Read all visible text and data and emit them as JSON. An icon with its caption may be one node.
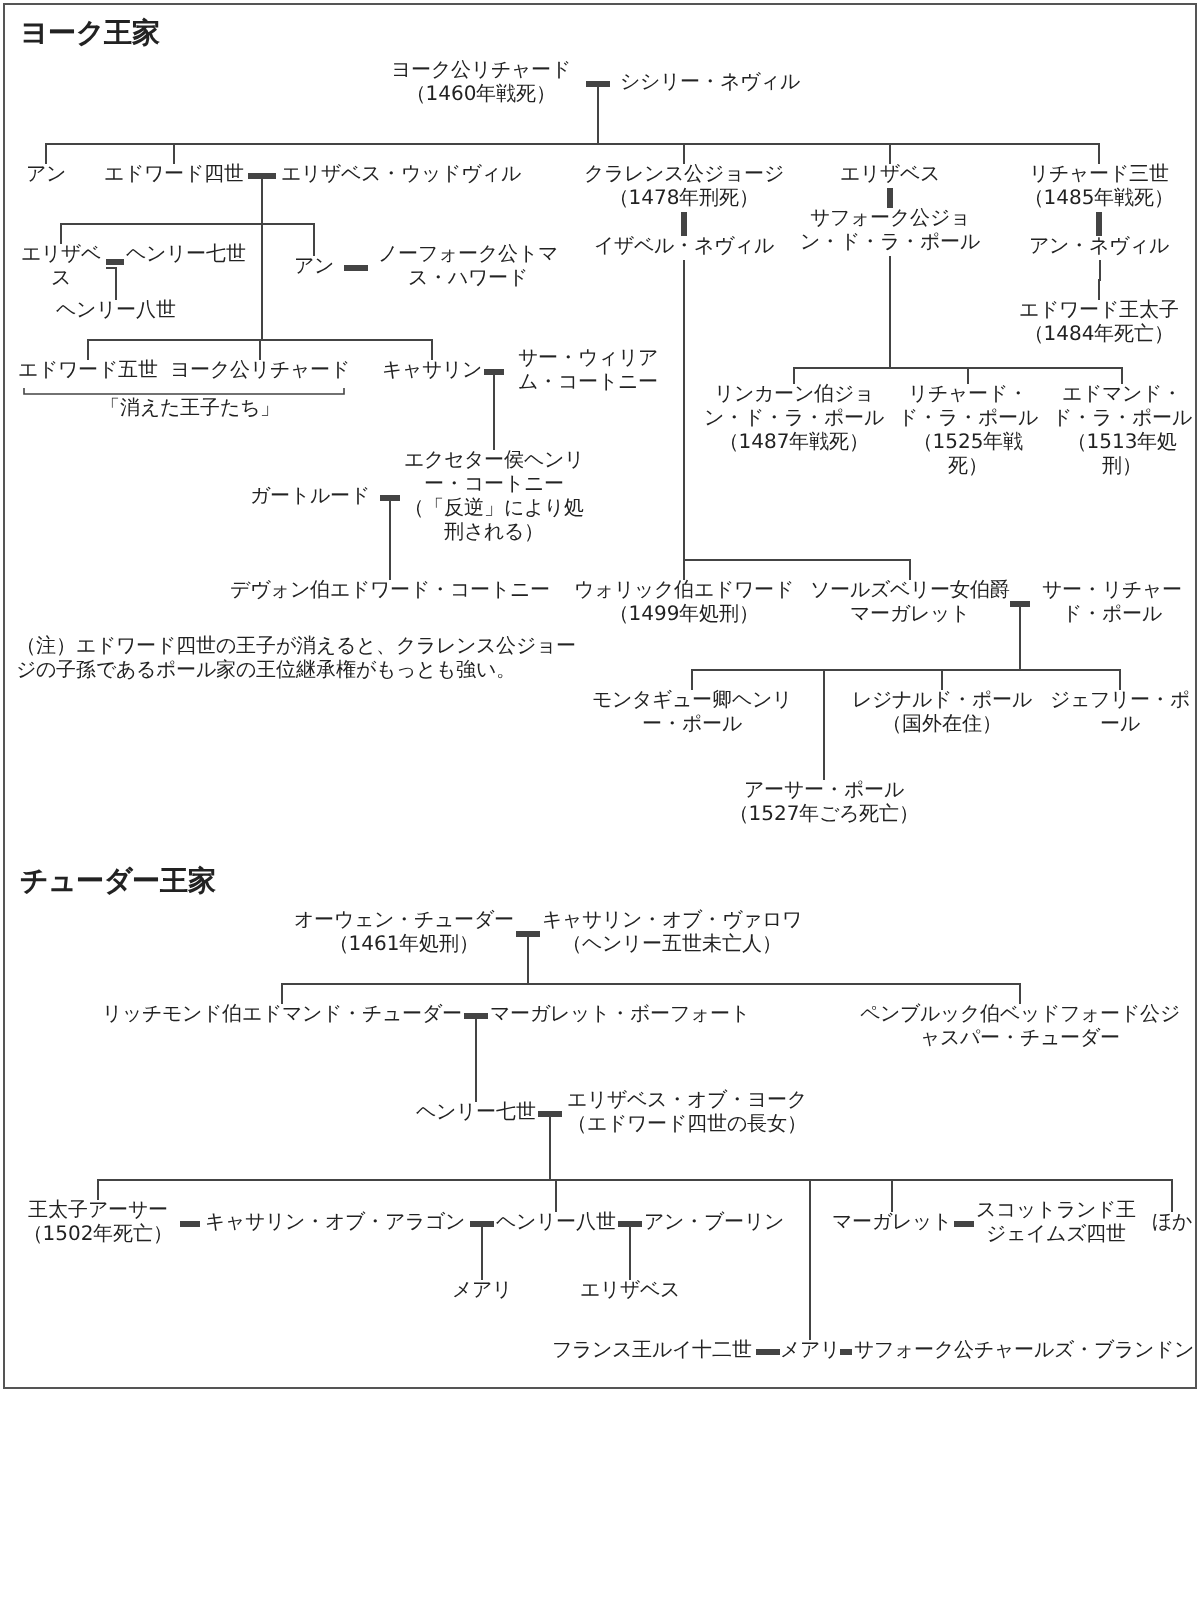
{
  "diagram": {
    "nodes": [
      {
        "text": [
          "ヨーク公リチャード",
          "（1460年戦死）"
        ]
      },
      {
        "text": [
          "シシリー・ネヴィル"
        ]
      },
      {
        "text": [
          "アン"
        ]
      },
      {
        "text": [
          "エドワード四世"
        ]
      },
      {
        "text": [
          "エリザベス・ウッドヴィル"
        ]
      },
      {
        "text": [
          "クラレンス公ジョージ",
          "（1478年刑死）"
        ]
      },
      {
        "text": [
          "イザベル・ネヴィル"
        ]
      },
      {
        "text": [
          "エリザベス"
        ]
      },
      {
        "text": [
          "サフォーク公ジョン・ド・ラ・ポール"
        ]
      },
      {
        "text": [
          "リチャード三世",
          "（1485年戦死）"
        ]
      },
      {
        "text": [
          "アン・ネヴィル"
        ]
      },
      {
        "text": [
          "エドワード王太子",
          "（1484年死亡）"
        ]
      },
      {
        "text": [
          "エリザベス"
        ]
      },
      {
        "text": [
          "ヘンリー七世"
        ]
      },
      {
        "text": [
          "ヘンリー八世"
        ]
      },
      {
        "text": [
          "アン"
        ]
      },
      {
        "text": [
          "ノーフォーク公トマス・ハワード"
        ]
      },
      {
        "text": [
          "エドワード五世"
        ]
      },
      {
        "text": [
          "ヨーク公リチャード"
        ]
      },
      {
        "text": [
          "キャサリン"
        ]
      },
      {
        "text": [
          "サー・ウィリアム・コートニー"
        ]
      },
      {
        "text": [
          "ガートルード"
        ]
      },
      {
        "text": [
          "エクセター侯ヘンリー・コートニー",
          "（「反逆」により処刑される）"
        ]
      },
      {
        "text": [
          "デヴォン伯エドワード・コートニー"
        ]
      },
      {
        "text": [
          "リンカーン伯ジョン・ド・ラ・ポール",
          "（1487年戦死）"
        ]
      },
      {
        "text": [
          "リチャード・ド・ラ・ポール",
          "（1525年戦死）"
        ]
      },
      {
        "text": [
          "エドマンド・ド・ラ・ポール",
          "（1513年処刑）"
        ]
      },
      {
        "text": [
          "ウォリック伯エドワード",
          "（1499年処刑）"
        ]
      },
      {
        "text": [
          "ソールズベリー女伯爵マーガレット"
        ]
      },
      {
        "text": [
          "サー・リチャード・ポール"
        ]
      },
      {
        "text": [
          "モンタギュー卿ヘンリー・ポール"
        ]
      },
      {
        "text": [
          "アーサー・ポール",
          "（1527年ごろ死亡）"
        ]
      },
      {
        "text": [
          "レジナルド・ポール",
          "（国外在住）"
        ]
      },
      {
        "text": [
          "ジェフリー・ポール"
        ]
      },
      {
        "text": [
          "オーウェン・チューダー",
          "（1461年処刑）"
        ]
      },
      {
        "text": [
          "キャサリン・オブ・ヴァロワ",
          "（ヘンリー五世未亡人）"
        ]
      },
      {
        "text": [
          "リッチモンド伯エドマンド・チューダー"
        ]
      },
      {
        "text": [
          "マーガレット・ボーフォート"
        ]
      },
      {
        "text": [
          "ペンブルック伯ベッドフォード公ジャスパー・チューダー"
        ]
      },
      {
        "text": [
          "ヘンリー七世"
        ]
      },
      {
        "text": [
          "エリザベス・オブ・ヨーク",
          "（エドワード四世の長女）"
        ]
      },
      {
        "text": [
          "王太子アーサー",
          "（1502年死亡）"
        ]
      },
      {
        "text": [
          "キャサリン・オブ・アラゴン"
        ]
      },
      {
        "text": [
          "ヘンリー八世"
        ]
      },
      {
        "text": [
          "アン・ブーリン"
        ]
      },
      {
        "text": [
          "マーガレット"
        ]
      },
      {
        "text": [
          "スコットランド王ジェイムズ四世"
        ]
      },
      {
        "text": [
          "ほか"
        ]
      },
      {
        "text": [
          "メアリ"
        ]
      },
      {
        "text": [
          "エリザベス"
        ]
      },
      {
        "text": [
          "フランス王ルイ十二世"
        ]
      },
      {
        "text": [
          "メアリ"
        ]
      },
      {
        "text": [
          "サフォーク公チャールズ・ブランドン"
        ]
      }
    ],
    "edges": [
      {
        "from": 0,
        "to": 1,
        "arrow": "none",
        "style": "thick"
      },
      {
        "from": 0,
        "to": 2,
        "arrow": "none"
      },
      {
        "from": 0,
        "to": 3,
        "arrow": "none"
      },
      {
        "from": 0,
        "to": 5,
        "arrow": "none"
      },
      {
        "from": 0,
        "to": 7,
        "arrow": "none"
      },
      {
        "from": 0,
        "to": 9,
        "arrow": "none"
      },
      {
        "from": 3,
        "to": 4,
        "arrow": "none",
        "style": "thick"
      },
      {
        "from": 5,
        "to": 6,
        "arrow": "none",
        "style": "thick"
      },
      {
        "from": 7,
        "to": 8,
        "arrow": "none",
        "style": "thick"
      },
      {
        "from": 9,
        "to": 10,
        "arrow": "none",
        "style": "thick"
      },
      {
        "from": 10,
        "to": 11,
        "arrow": "none"
      },
      {
        "from": 3,
        "to": 12,
        "arrow": "none"
      },
      {
        "from": 3,
        "to": 15,
        "arrow": "none"
      },
      {
        "from": 3,
        "to": 17,
        "arrow": "none"
      },
      {
        "from": 3,
        "to": 18,
        "arrow": "none"
      },
      {
        "from": 3,
        "to": 19,
        "arrow": "none"
      },
      {
        "from": 12,
        "to": 13,
        "arrow": "none",
        "style": "thick"
      },
      {
        "from": 12,
        "to": 14,
        "arrow": "none"
      },
      {
        "from": 15,
        "to": 16,
        "arrow": "none",
        "style": "thick"
      },
      {
        "from": 19,
        "to": 20,
        "arrow": "none",
        "style": "thick"
      },
      {
        "from": 19,
        "to": 22,
        "arrow": "none"
      },
      {
        "from": 21,
        "to": 22,
        "arrow": "none",
        "style": "thick"
      },
      {
        "from": 21,
        "to": 23,
        "arrow": "none"
      },
      {
        "from": 8,
        "to": 24,
        "arrow": "none"
      },
      {
        "from": 8,
        "to": 25,
        "arrow": "none"
      },
      {
        "from": 8,
        "to": 26,
        "arrow": "none"
      },
      {
        "from": 6,
        "to": 27,
        "arrow": "none"
      },
      {
        "from": 6,
        "to": 28,
        "arrow": "none"
      },
      {
        "from": 28,
        "to": 29,
        "arrow": "none",
        "style": "thick"
      },
      {
        "from": 28,
        "to": 30,
        "arrow": "none"
      },
      {
        "from": 28,
        "to": 31,
        "arrow": "none"
      },
      {
        "from": 28,
        "to": 32,
        "arrow": "none"
      },
      {
        "from": 28,
        "to": 33,
        "arrow": "none"
      },
      {
        "from": 34,
        "to": 35,
        "arrow": "none",
        "style": "thick"
      },
      {
        "from": 34,
        "to": 36,
        "arrow": "none"
      },
      {
        "from": 34,
        "to": 38,
        "arrow": "none"
      },
      {
        "from": 36,
        "to": 37,
        "arrow": "none",
        "style": "thick"
      },
      {
        "from": 36,
        "to": 39,
        "arrow": "none"
      },
      {
        "from": 39,
        "to": 40,
        "arrow": "none",
        "style": "thick"
      },
      {
        "from": 39,
        "to": 41,
        "arrow": "none"
      },
      {
        "from": 39,
        "to": 43,
        "arrow": "none"
      },
      {
        "from": 39,
        "to": 51,
        "arrow": "none"
      },
      {
        "from": 39,
        "to": 45,
        "arrow": "none"
      },
      {
        "from": 39,
        "to": 47,
        "arrow": "none"
      },
      {
        "from": 41,
        "to": 42,
        "arrow": "none",
        "style": "thick"
      },
      {
        "from": 42,
        "to": 43,
        "arrow": "none",
        "style": "thick"
      },
      {
        "from": 43,
        "to": 44,
        "arrow": "none",
        "style": "thick"
      },
      {
        "from": 43,
        "to": 48,
        "arrow": "none"
      },
      {
        "from": 43,
        "to": 49,
        "arrow": "none"
      },
      {
        "from": 50,
        "to": 51,
        "arrow": "none",
        "style": "thick"
      },
      {
        "from": 51,
        "to": 52,
        "arrow": "none",
        "style": "thick"
      },
      {
        "from": 45,
        "to": 46,
        "arrow": "none",
        "style": "thick"
      }
    ],
    "labels": [
      "ヨーク王家",
      "「消えた王子たち」",
      "（注）エドワード四世の王子が消えると、クラレンス公ジョージの子孫であるポール家の王位継承権がもっとも強い。",
      "チューダー王家"
    ]
  }
}
